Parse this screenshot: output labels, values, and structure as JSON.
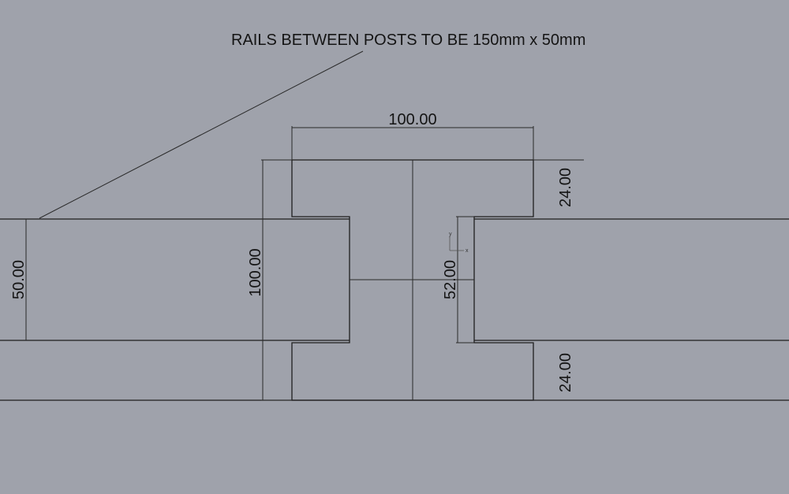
{
  "viewport": {
    "background_color": "#9fa2ab",
    "line_color": "#1e1e1e"
  },
  "annotation": {
    "note": "RAILS BETWEEN POSTS TO BE 150mm x 50mm"
  },
  "dimensions": {
    "post_width": "100.00",
    "post_height": "100.00",
    "left_rail_height": "50.00",
    "right_notch_height": "52.00",
    "top_flange": "24.00",
    "bottom_flange": "24.00"
  },
  "axis_gizmo": {
    "y_label": "y",
    "x_label": "x"
  }
}
